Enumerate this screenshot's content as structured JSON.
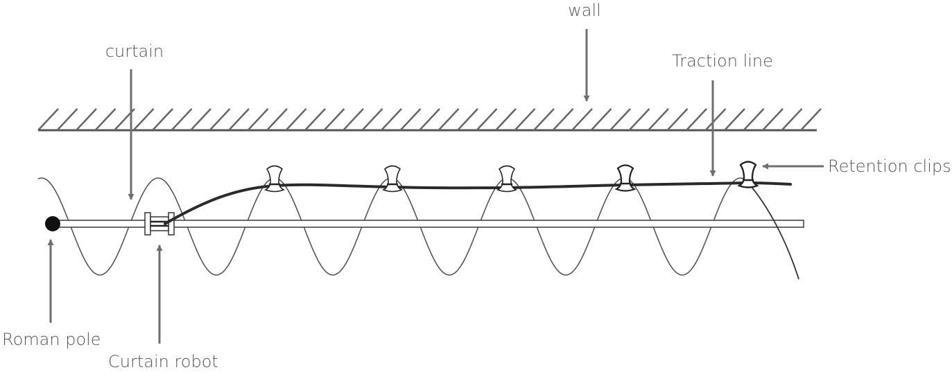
{
  "labels": {
    "wall": "wall",
    "curtain": "curtain",
    "traction_line": "Traction line",
    "retention_clips": "Retention clips",
    "roman_pole": "Roman pole",
    "curtain_robot": "Curtain robot"
  },
  "colors": {
    "label_text": "#555555",
    "arrow": "#6e6e6e",
    "line": "#3c3c3c",
    "traction_line": "#2a2a2a",
    "pole_end": "#111111"
  }
}
